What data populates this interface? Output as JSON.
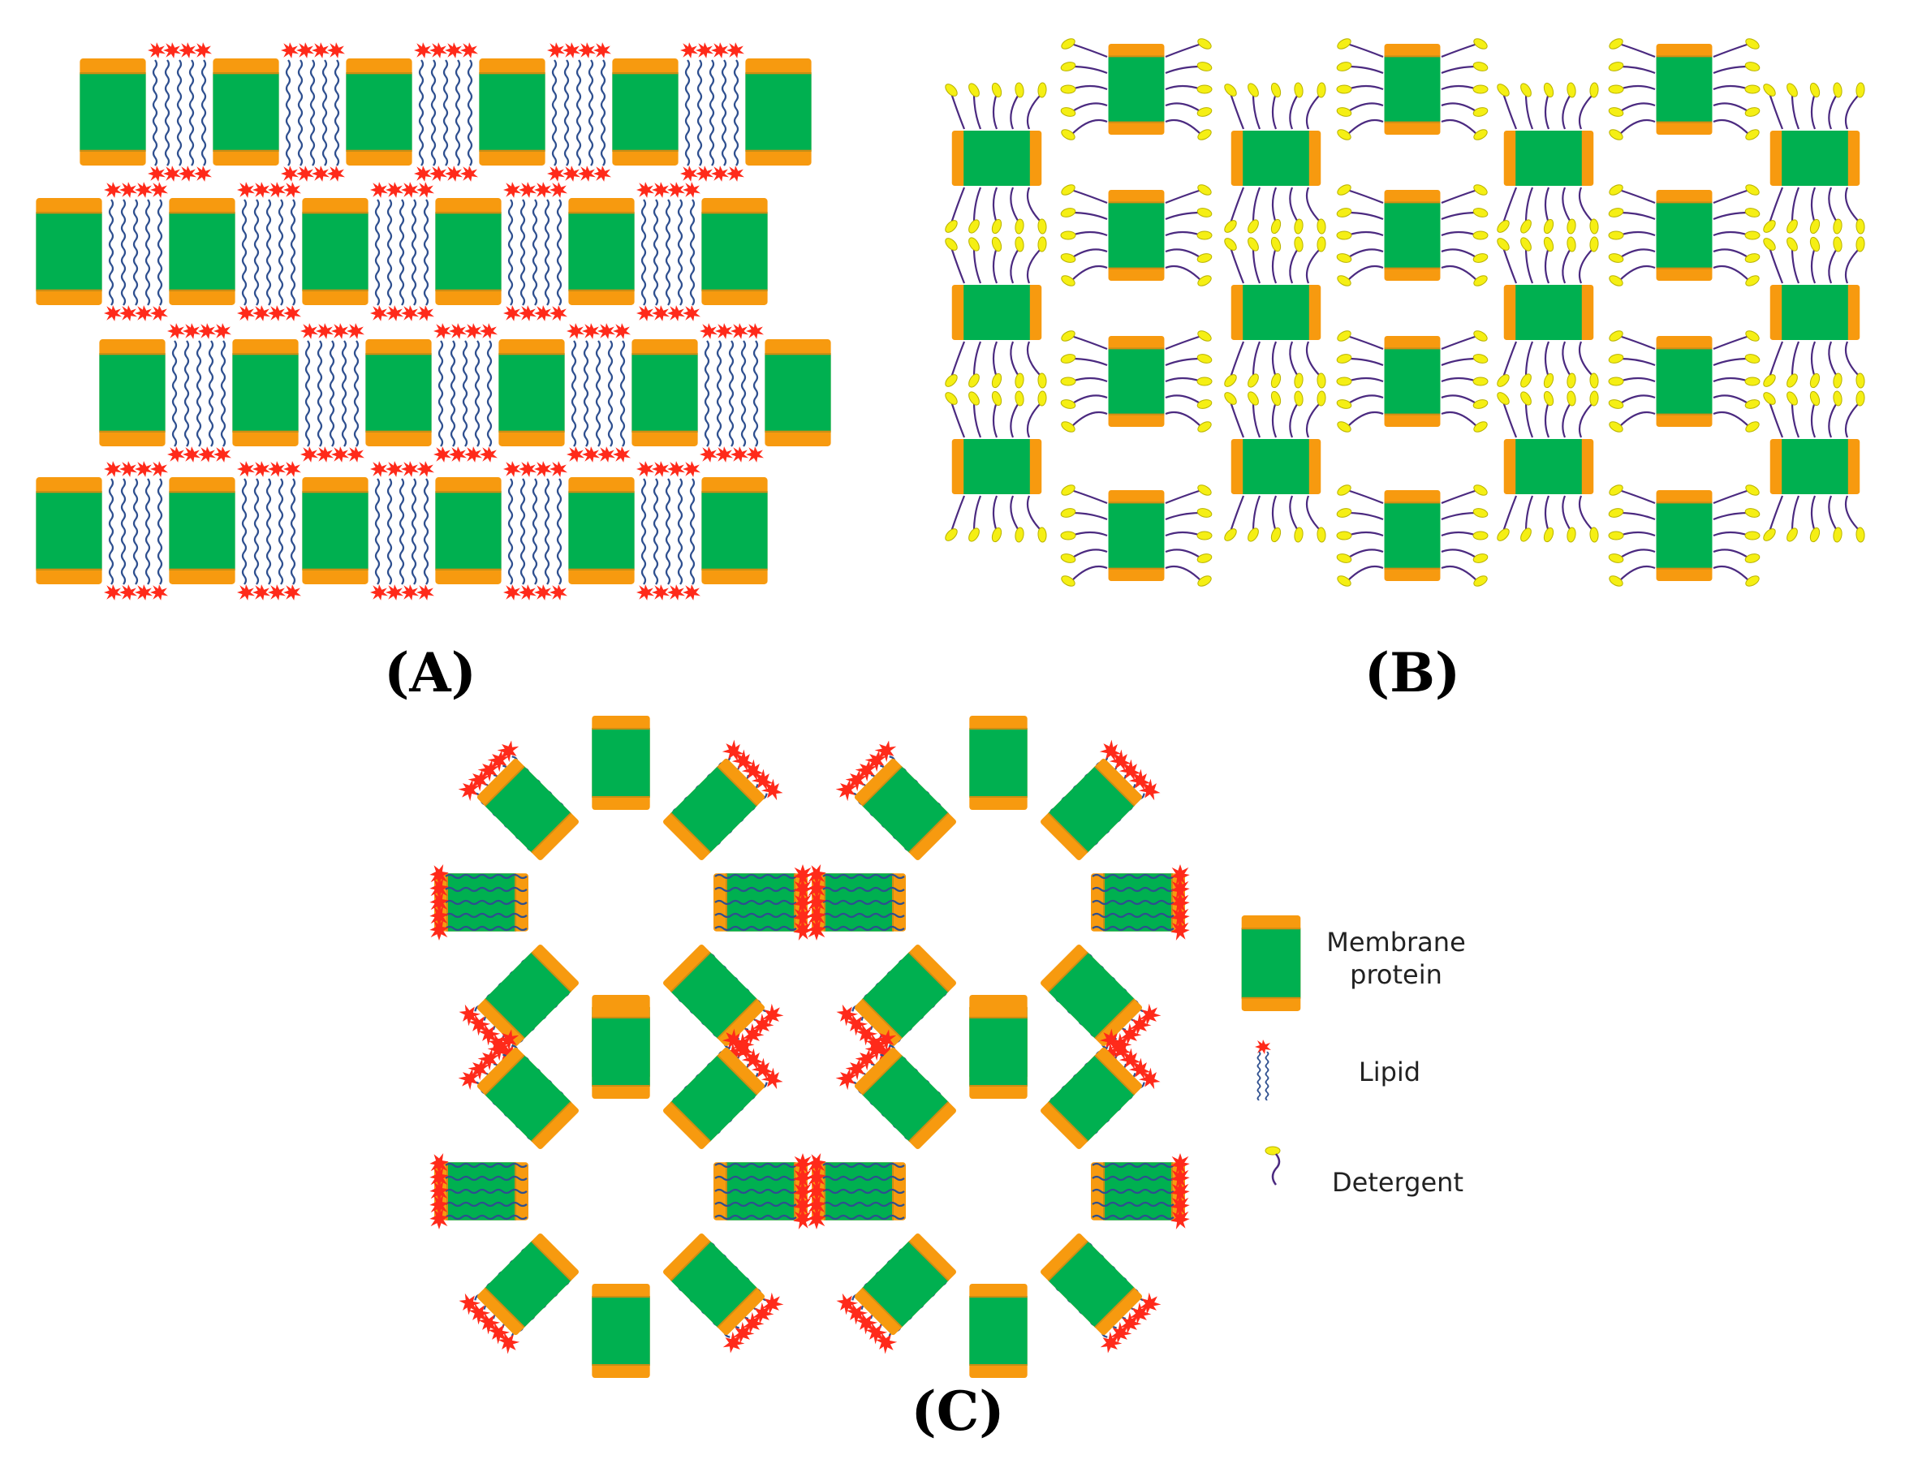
{
  "panels": {
    "a": {
      "label": "(A)"
    },
    "b": {
      "label": "(B)"
    },
    "c": {
      "label": "(C)"
    }
  },
  "legend": {
    "protein_line1": "Membrane",
    "protein_line2": "protein",
    "lipid": "Lipid",
    "detergent": "Detergent"
  },
  "colors": {
    "protein_core": "#00b050",
    "protein_cap": "#f79a0f",
    "lipid_head": "#ff2a1a",
    "lipid_tail": "#2e4f8f",
    "detergent_head": "#f5ef14",
    "detergent_tail": "#4b2a80"
  }
}
